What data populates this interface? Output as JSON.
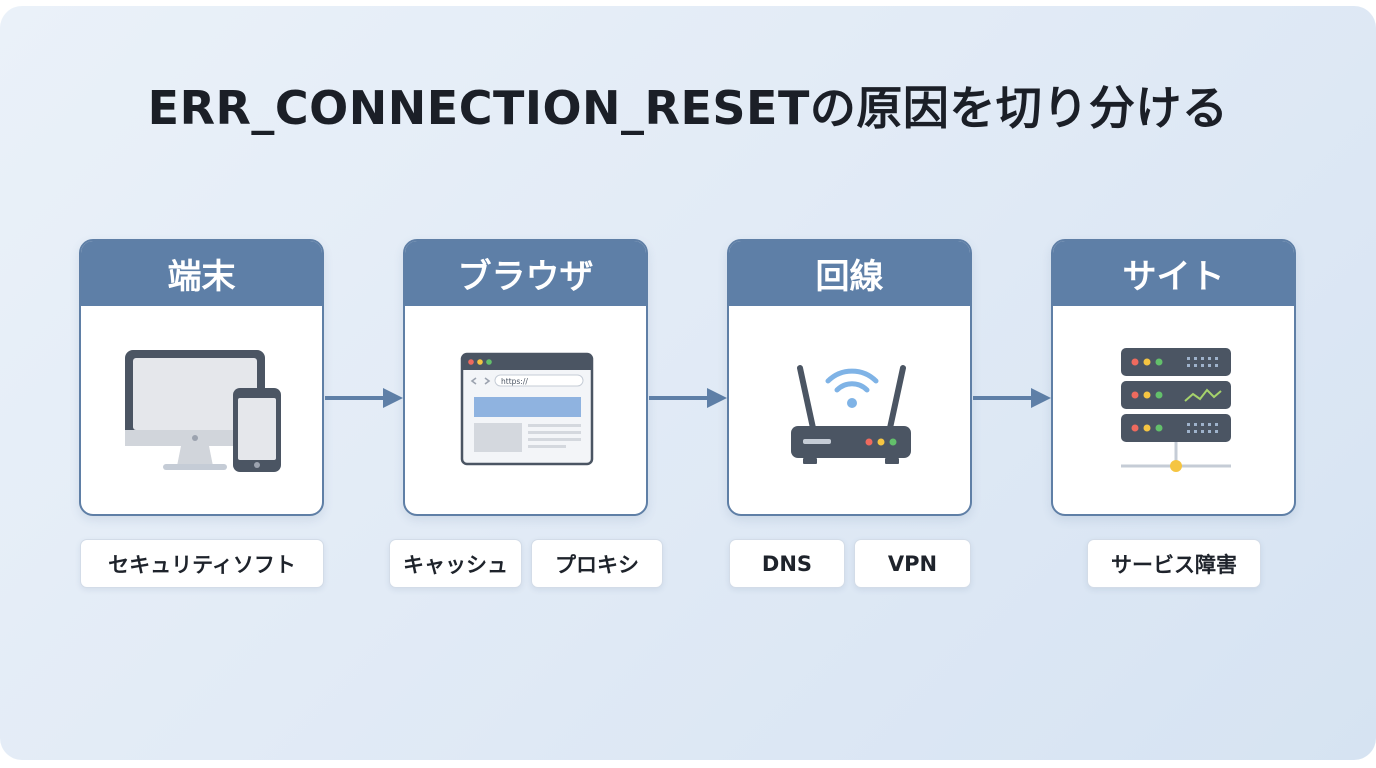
{
  "title": "ERR_CONNECTION_RESETの原因を切り分ける",
  "colors": {
    "header": "#5e7fa7",
    "arrow": "#5e7fa7",
    "border": "#5f7fa6",
    "device_dark": "#4b5563",
    "screen_light": "#e5e7eb",
    "wifi": "#7fb3e6",
    "led_red": "#ef6a5e",
    "led_yellow": "#f5c542",
    "led_green": "#63c06b"
  },
  "stages": [
    {
      "label": "端末",
      "icon": "devices-icon",
      "tags": [
        "セキュリティソフト"
      ]
    },
    {
      "label": "ブラウザ",
      "icon": "browser-window-icon",
      "url": "https://",
      "tags": [
        "キャッシュ",
        "プロキシ"
      ]
    },
    {
      "label": "回線",
      "icon": "wifi-router-icon",
      "tags": [
        "DNS",
        "VPN"
      ]
    },
    {
      "label": "サイト",
      "icon": "server-stack-icon",
      "tags": [
        "サービス障害"
      ]
    }
  ]
}
